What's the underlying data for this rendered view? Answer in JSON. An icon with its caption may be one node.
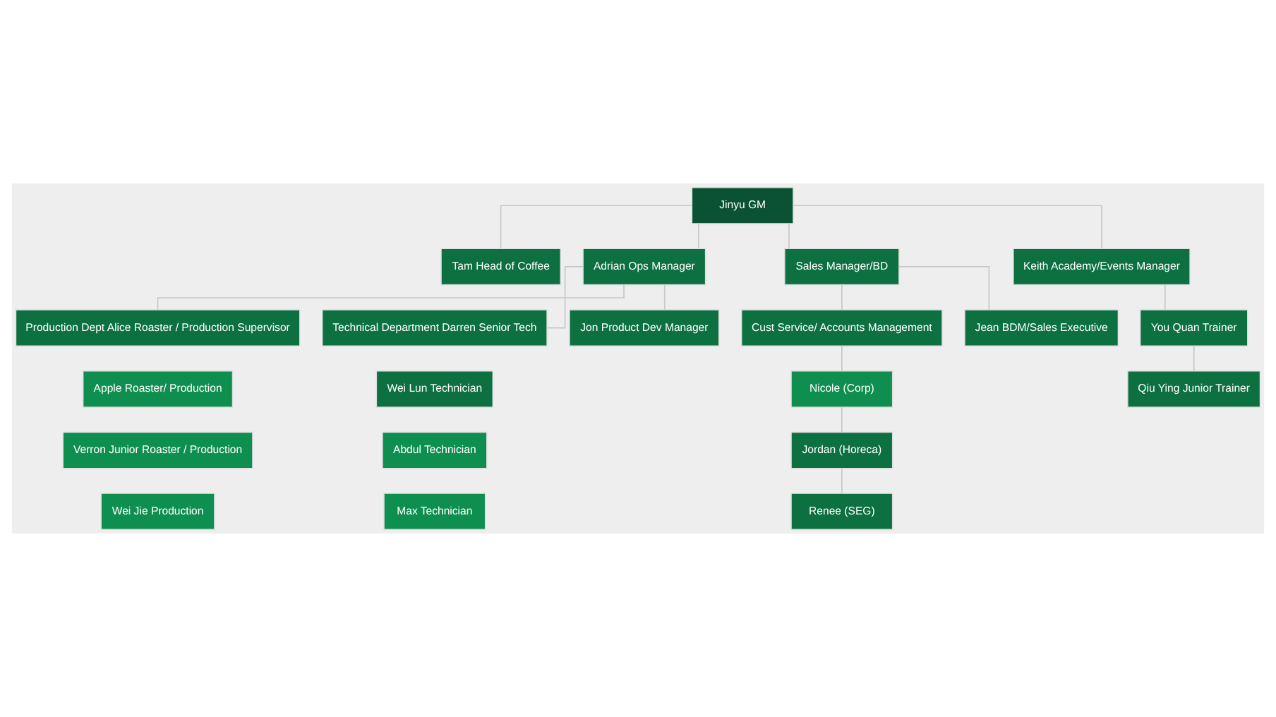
{
  "diagram": {
    "nodes": [
      {
        "text": [
          "Jinyu GM"
        ]
      },
      {
        "text": [
          "Tam Head of Coffee"
        ]
      },
      {
        "text": [
          "Adrian Ops Manager"
        ]
      },
      {
        "text": [
          "Sales Manager/BD"
        ]
      },
      {
        "text": [
          "Keith Academy/Events Manager"
        ]
      },
      {
        "text": [
          "Production Dept Alice Roaster / Production Supervisor"
        ]
      },
      {
        "text": [
          "Technical Department Darren Senior Tech"
        ]
      },
      {
        "text": [
          "Jon Product Dev Manager"
        ]
      },
      {
        "text": [
          "Cust Service/ Accounts Management"
        ]
      },
      {
        "text": [
          "Jean BDM/Sales Executive"
        ]
      },
      {
        "text": [
          "You Quan Trainer"
        ]
      },
      {
        "text": [
          "Apple Roaster/ Production"
        ]
      },
      {
        "text": [
          "Wei Lun Technician"
        ]
      },
      {
        "text": [
          "Nicole (Corp)"
        ]
      },
      {
        "text": [
          "Qiu Ying Junior Trainer"
        ]
      },
      {
        "text": [
          "Verron Junior Roaster / Production"
        ]
      },
      {
        "text": [
          "Abdul Technician"
        ]
      },
      {
        "text": [
          "Jordan (Horeca)"
        ]
      },
      {
        "text": [
          "Wei Jie Production"
        ]
      },
      {
        "text": [
          "Max Technician"
        ]
      },
      {
        "text": [
          "Renee (SEG)"
        ]
      }
    ],
    "edges": [
      {
        "from": 0,
        "to": 1,
        "arrow": "none"
      },
      {
        "from": 0,
        "to": 2,
        "arrow": "none"
      },
      {
        "from": 0,
        "to": 3,
        "arrow": "none"
      },
      {
        "from": 0,
        "to": 4,
        "arrow": "none"
      },
      {
        "from": 2,
        "to": 5,
        "arrow": "none"
      },
      {
        "from": 2,
        "to": 6,
        "arrow": "none"
      },
      {
        "from": 2,
        "to": 7,
        "arrow": "none"
      },
      {
        "from": 3,
        "to": 8,
        "arrow": "none"
      },
      {
        "from": 3,
        "to": 9,
        "arrow": "none"
      },
      {
        "from": 4,
        "to": 10,
        "arrow": "none"
      },
      {
        "from": 8,
        "to": 13,
        "arrow": "none"
      },
      {
        "from": 10,
        "to": 14,
        "arrow": "none"
      },
      {
        "from": 13,
        "to": 17,
        "arrow": "none"
      },
      {
        "from": 17,
        "to": 20,
        "arrow": "none"
      }
    ]
  }
}
